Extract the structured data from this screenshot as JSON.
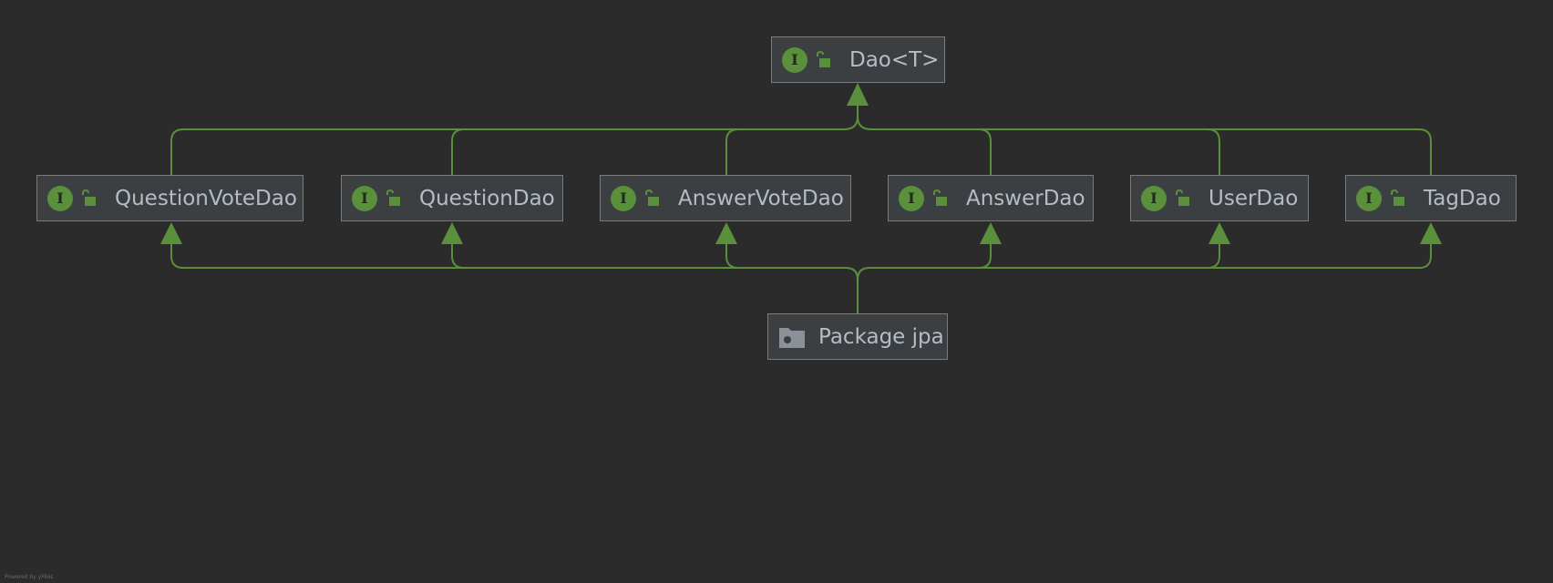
{
  "diagram": {
    "root": {
      "label": "Dao<T>",
      "kind_badge": "I",
      "icon": "public-visibility-lock-icon"
    },
    "interfaces": [
      {
        "label": "QuestionVoteDao",
        "kind_badge": "I",
        "icon": "public-visibility-lock-icon"
      },
      {
        "label": "QuestionDao",
        "kind_badge": "I",
        "icon": "public-visibility-lock-icon"
      },
      {
        "label": "AnswerVoteDao",
        "kind_badge": "I",
        "icon": "public-visibility-lock-icon"
      },
      {
        "label": "AnswerDao",
        "kind_badge": "I",
        "icon": "public-visibility-lock-icon"
      },
      {
        "label": "UserDao",
        "kind_badge": "I",
        "icon": "public-visibility-lock-icon"
      },
      {
        "label": "TagDao",
        "kind_badge": "I",
        "icon": "public-visibility-lock-icon"
      }
    ],
    "package": {
      "label": "Package jpa",
      "icon": "package-folder-icon"
    },
    "colors": {
      "background": "#2b2b2b",
      "node_fill": "#3c3f41",
      "node_border": "#7b7b7b",
      "edge": "#5a8f3c",
      "text": "#b4bcc6"
    }
  },
  "footer": {
    "text": "Powered by yFiles"
  }
}
